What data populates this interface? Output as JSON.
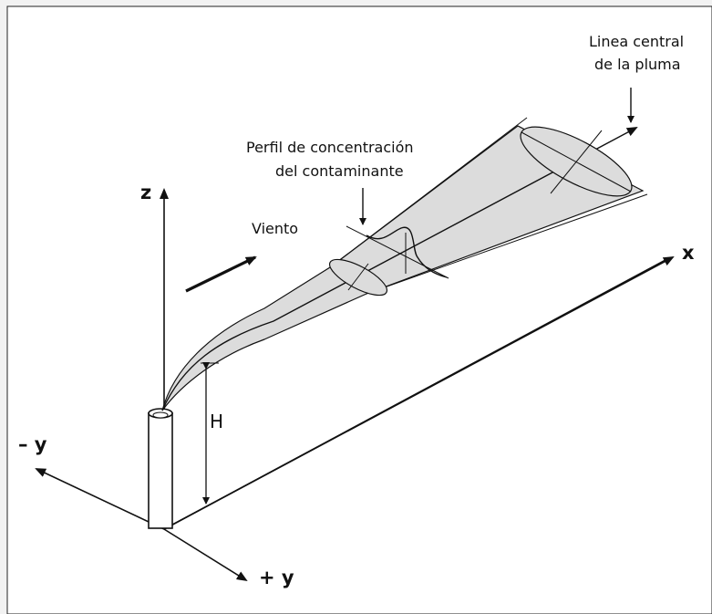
{
  "labels": {
    "centerline_line1": "Linea central",
    "centerline_line2": "de la pluma",
    "profile_line1": "Perfil de concentración",
    "profile_line2": "del contaminante",
    "wind": "Viento",
    "axis_z": "z",
    "axis_x": "x",
    "axis_neg_y": "– y",
    "axis_pos_y": "+ y",
    "height": "H"
  },
  "colors": {
    "background": "#f2f2f2",
    "panel": "#ffffff",
    "plume_fill": "#dcdcdc",
    "stroke": "#111111"
  }
}
